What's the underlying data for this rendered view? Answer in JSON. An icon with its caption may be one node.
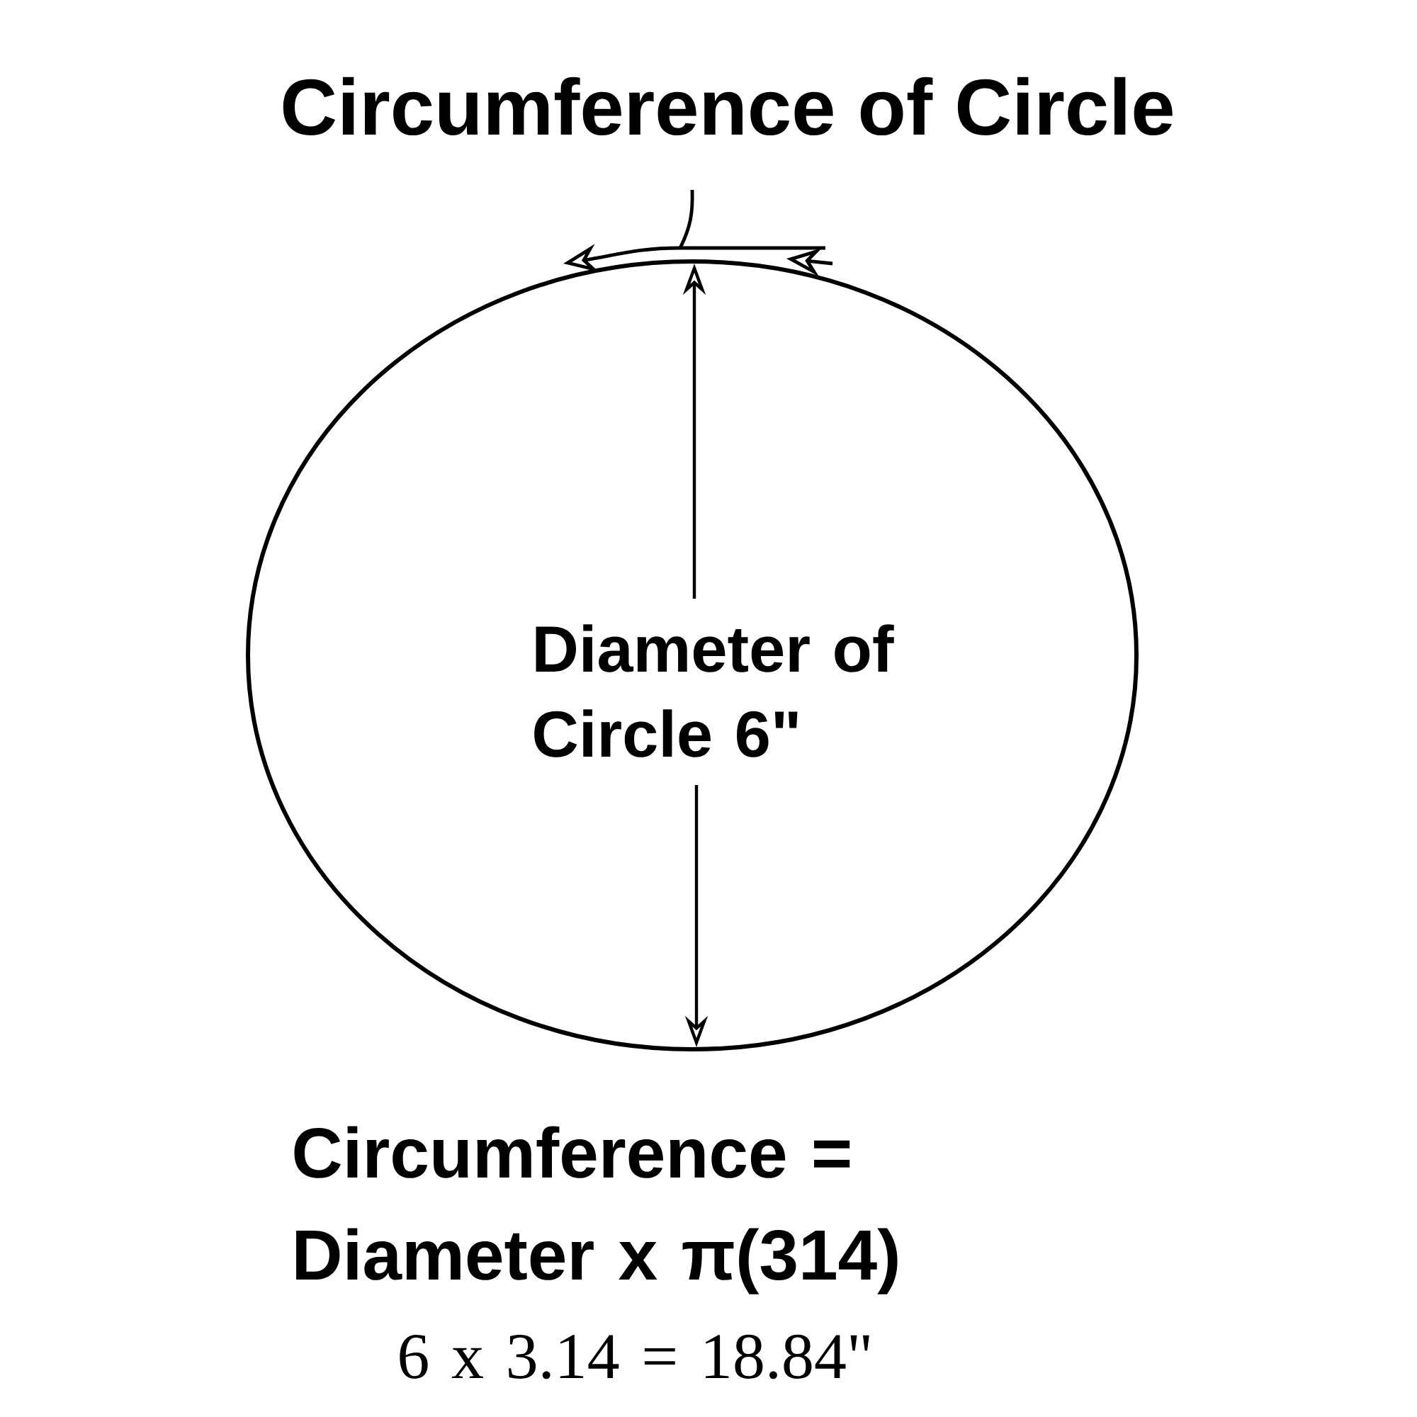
{
  "diagram": {
    "title": "Circumference of Circle",
    "nodes": [
      {
        "text": [
          "Diameter of Circle 6\""
        ]
      }
    ],
    "labels": [
      "Circumference = Diameter x π(314)",
      "6 x 3.14 = 18.84\""
    ]
  }
}
